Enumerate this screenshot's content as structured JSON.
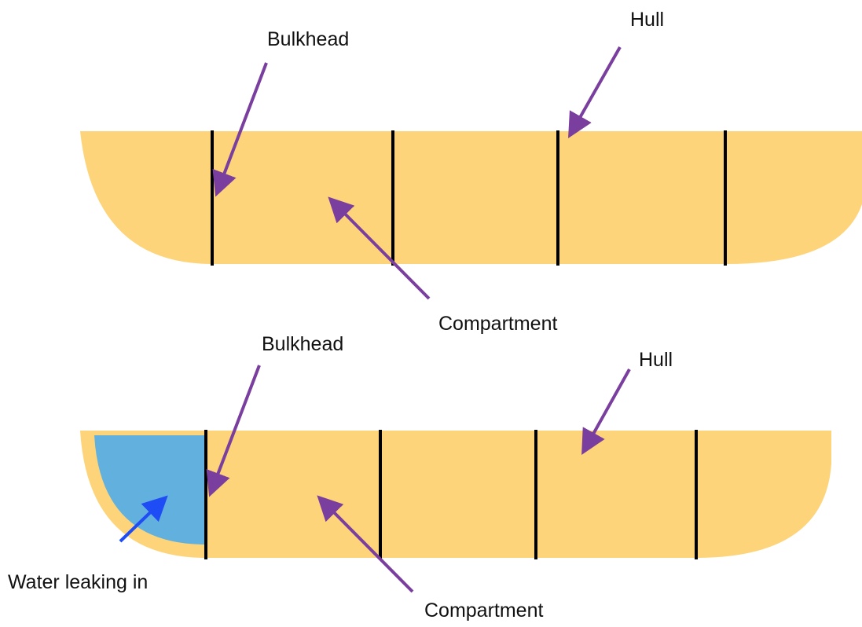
{
  "colors": {
    "hull": "#fdd47a",
    "bulkhead": "#000000",
    "pointer": "#7a3f9e",
    "water": "#62b0dd",
    "water_pointer": "#1f4df5",
    "background": "#ffffff"
  },
  "top_ship": {
    "labels": {
      "bulkhead": "Bulkhead",
      "hull": "Hull",
      "compartment": "Compartment"
    }
  },
  "bottom_ship": {
    "labels": {
      "bulkhead": "Bulkhead",
      "hull": "Hull",
      "compartment": "Compartment",
      "water": "Water leaking in"
    }
  }
}
